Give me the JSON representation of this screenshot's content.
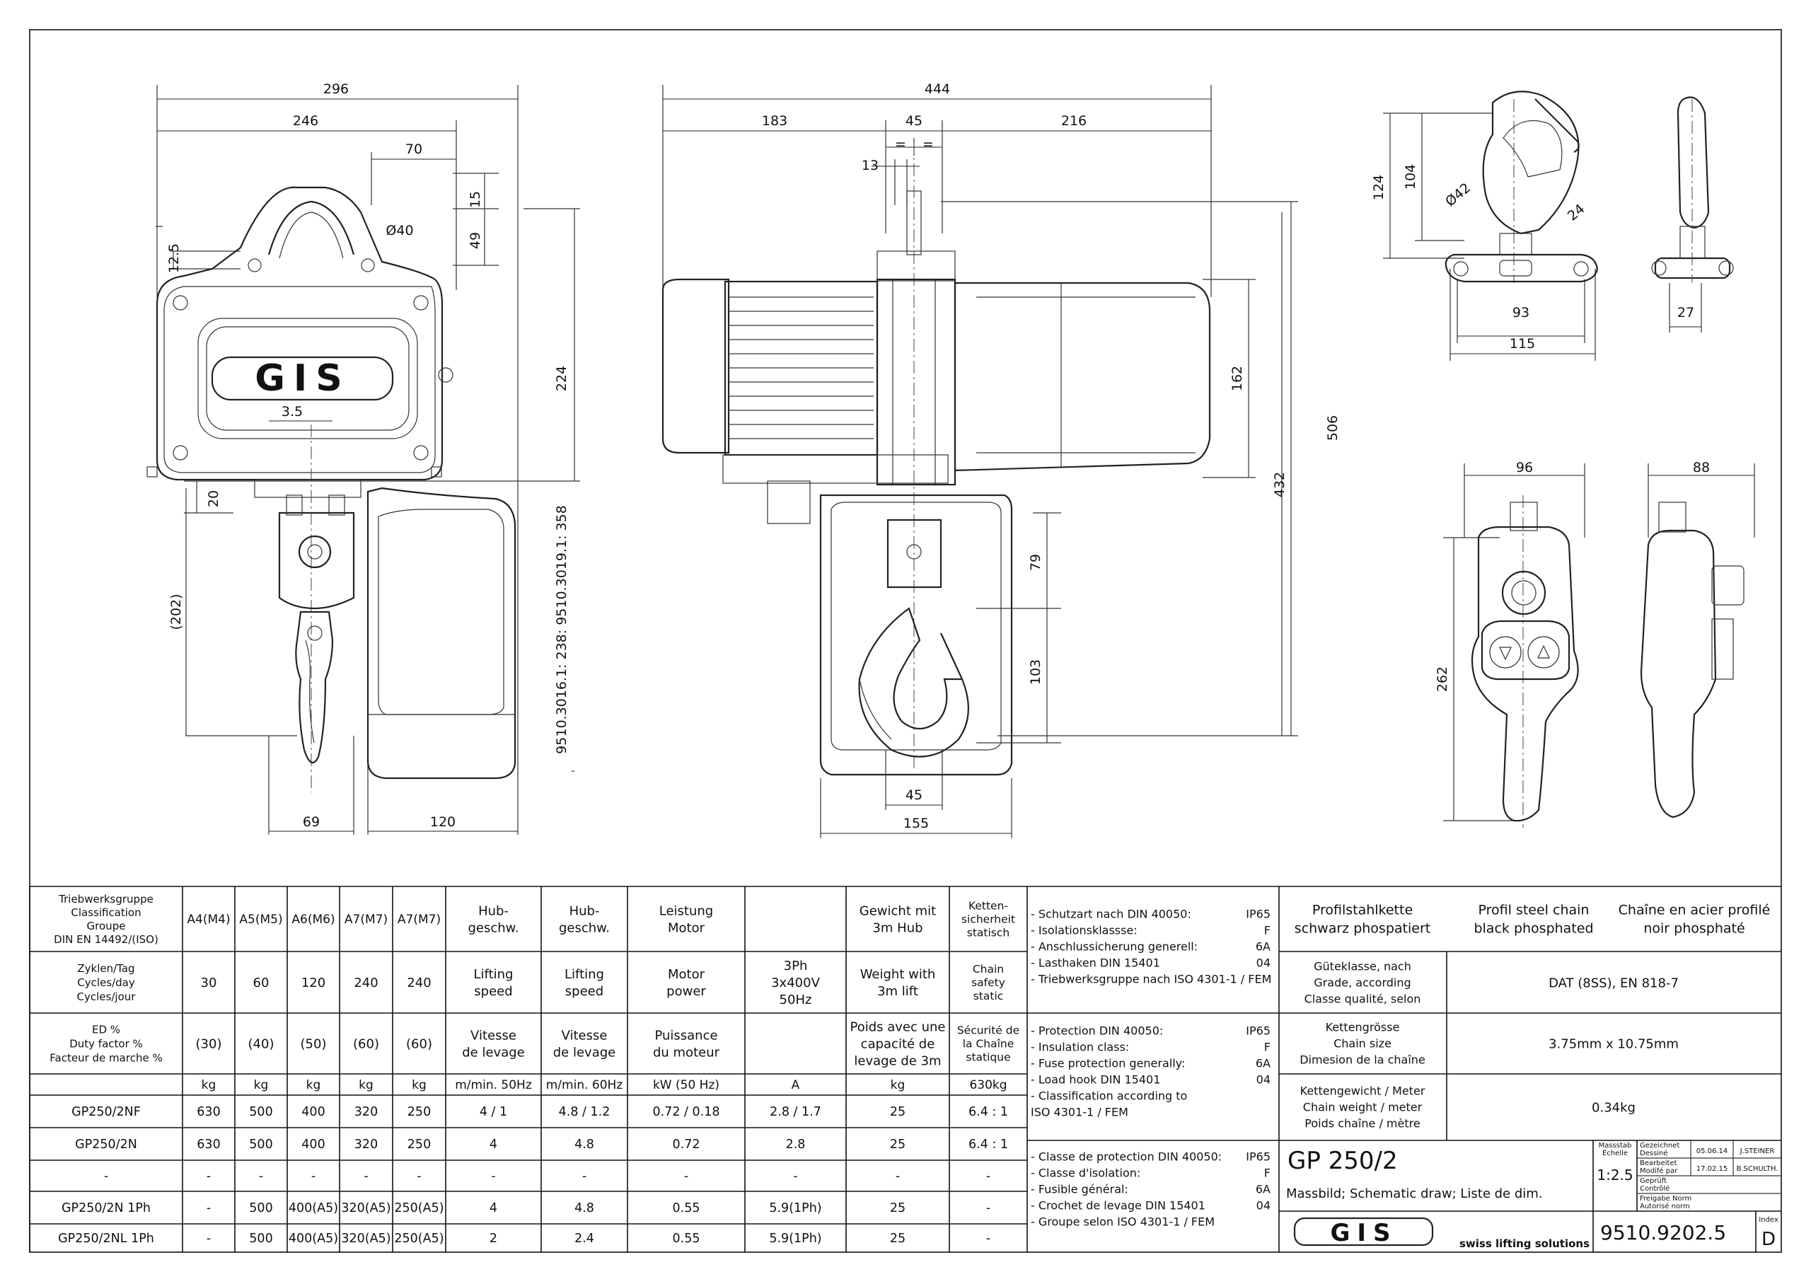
{
  "drawing": {
    "front_view": {
      "dims": {
        "d296": "296",
        "d246": "246",
        "d70": "70",
        "d15": "15",
        "d49": "49",
        "d12_5": "12.5",
        "dia40": "Ø40",
        "d3_5": "3.5",
        "d224": "224",
        "d20": "20",
        "d202": "(202)",
        "d69": "69",
        "d120": "120",
        "ref": "9510.3016.1: 238: 9510.3019.1: 358"
      },
      "logo": "GIS"
    },
    "side_view": {
      "dims": {
        "d444": "444",
        "d183": "183",
        "d45": "45",
        "d216": "216",
        "eq1": "=",
        "eq2": "=",
        "d13": "13",
        "d162": "162",
        "d432": "432",
        "d79": "79",
        "d103": "103",
        "d45b": "45",
        "d155": "155",
        "d506": "506"
      }
    },
    "hook_view": {
      "dims": {
        "d124": "124",
        "d104": "104",
        "dia42": "Ø42",
        "d24": "24",
        "d93": "93",
        "d115": "115",
        "d27": "27"
      }
    },
    "pendant_view": {
      "dims": {
        "d96": "96",
        "d88": "88",
        "d262": "262"
      }
    }
  },
  "spec_table": {
    "hdr_group": "Triebwerksgruppe\nClassification\nGroupe\nDIN EN 14492/(ISO)",
    "classes": [
      "A4(M4)",
      "A5(M5)",
      "A6(M6)",
      "A7(M7)",
      "A7(M7)"
    ],
    "cycles_label": "Zyklen/Tag\nCycles/day\nCycles/jour",
    "cycles": [
      "30",
      "60",
      "120",
      "240",
      "240"
    ],
    "ed_label": "ED %\nDuty factor %\nFacteur de marche %",
    "ed": [
      "(30)",
      "(40)",
      "(50)",
      "(60)",
      "(60)"
    ],
    "hub50_top": "Hub-\ngeschw.",
    "hub50_mid": "Lifting\nspeed",
    "hub50_bot": "Vitesse\nde levage",
    "hub60_top": "Hub-\ngeschw.",
    "hub60_mid": "Lifting\nspeed",
    "hub60_bot": "Vitesse\nde levage",
    "mot_top": "Leistung\nMotor",
    "mot_mid": "Motor\npower",
    "mot_bot": "Puissance\ndu moteur",
    "volt": "3Ph\n3x400V\n50Hz",
    "wt_top": "Gewicht mit\n3m Hub",
    "wt_mid": "Weight with\n3m lift",
    "wt_bot": "Poids avec une\ncapacité de\nlevage de 3m",
    "sf_top": "Ketten-\nsicherheit\nstatisch",
    "sf_mid": "Chain\nsafety\nstatic",
    "sf_bot": "Sécurité de\nla Chaîne\nstatique",
    "units": [
      "kg",
      "kg",
      "kg",
      "kg",
      "kg",
      "m/min. 50Hz",
      "m/min. 60Hz",
      "kW (50 Hz)",
      "A",
      "kg",
      "630kg"
    ],
    "rows": [
      {
        "model": "GP250/2NF",
        "c": [
          "630",
          "500",
          "400",
          "320",
          "250",
          "4 / 1",
          "4.8 / 1.2",
          "0.72 / 0.18",
          "2.8 / 1.7",
          "25",
          "6.4 : 1"
        ]
      },
      {
        "model": "GP250/2N",
        "c": [
          "630",
          "500",
          "400",
          "320",
          "250",
          "4",
          "4.8",
          "0.72",
          "2.8",
          "25",
          "6.4 : 1"
        ]
      },
      {
        "model": "-",
        "c": [
          "-",
          "-",
          "-",
          "-",
          "-",
          "-",
          "-",
          "-",
          "-",
          "-",
          "-"
        ]
      },
      {
        "model": "GP250/2N 1Ph",
        "c": [
          "-",
          "500",
          "400(A5)",
          "320(A5)",
          "250(A5)",
          "4",
          "4.8",
          "0.55",
          "5.9(1Ph)",
          "25",
          "-"
        ]
      },
      {
        "model": "GP250/2NL 1Ph",
        "c": [
          "-",
          "500",
          "400(A5)",
          "320(A5)",
          "250(A5)",
          "2",
          "2.4",
          "0.55",
          "5.9(1Ph)",
          "25",
          "-"
        ]
      }
    ]
  },
  "notes": {
    "de": [
      [
        "- Schutzart nach DIN 40050:",
        "IP65"
      ],
      [
        "- Isolationsklassse:",
        "F"
      ],
      [
        "- Anschlussicherung generell:",
        "6A"
      ],
      [
        "- Lasthaken DIN 15401",
        "04"
      ],
      [
        "- Triebwerksgruppe nach ISO 4301-1 / FEM",
        ""
      ]
    ],
    "en": [
      [
        "- Protection DIN 40050:",
        "IP65"
      ],
      [
        "- Insulation class:",
        "F"
      ],
      [
        "- Fuse protection generally:",
        "6A"
      ],
      [
        "- Load hook DIN 15401",
        "04"
      ],
      [
        "- Classification according to",
        ""
      ],
      [
        "  ISO 4301-1 / FEM",
        ""
      ]
    ],
    "fr": [
      [
        "- Classe de protection DIN 40050:",
        "IP65"
      ],
      [
        "- Classe d'isolation:",
        "F"
      ],
      [
        "- Fusible général:",
        "6A"
      ],
      [
        "- Crochet de levage DIN 15401",
        "04"
      ],
      [
        "- Groupe selon ISO 4301-1 / FEM",
        ""
      ]
    ]
  },
  "chain_table": {
    "h_de": "Profilstahlkette\nschwarz phospatiert",
    "h_en": "Profil steel chain\nblack phosphated",
    "h_fr": "Chaîne en acier profilé\nnoir phosphaté",
    "rows": [
      {
        "label": "Güteklasse, nach\nGrade, according\nClasse qualité, selon",
        "value": "DAT (8SS), EN 818-7"
      },
      {
        "label": "Kettengrösse\nChain size\nDimesion de la chaîne",
        "value": "3.75mm x 10.75mm"
      },
      {
        "label": "Kettengewicht / Meter\nChain weight / meter\nPoids chaîne / mètre",
        "value": "0.34kg"
      }
    ]
  },
  "title_block": {
    "title": "GP 250/2",
    "subtitle": "Massbild; Schematic draw; Liste de dim.",
    "scale_label": "Massstab\nEchelle",
    "scale": "1:2.5",
    "drawn_label": "Gezeichnet\nDessiné",
    "drawn_date": "05.06.14",
    "drawn_by": "J.STEINER",
    "edited_label": "Bearbeitet\nModifé par",
    "edited_date": "17.02.15",
    "edited_by": "B.SCHULTH.",
    "checked_label": "Geprüft\nContrôlé",
    "release_label": "Freigabe Norm\nAutorisé norm",
    "logo": "GIS",
    "tagline": "swiss lifting solutions",
    "number": "9510.9202.5",
    "index_label": "Index",
    "index": "D"
  }
}
